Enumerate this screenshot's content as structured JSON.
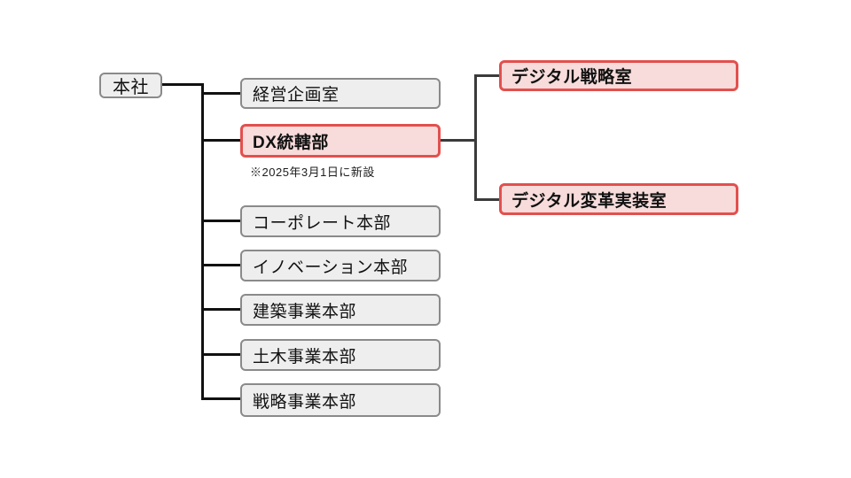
{
  "org": {
    "root": {
      "label": "本社"
    },
    "departments": [
      {
        "label": "経営企画室",
        "highlight": false
      },
      {
        "label": "DX統轄部",
        "highlight": true,
        "note": "※2025年3月1日に新設"
      },
      {
        "label": "コーポレート本部",
        "highlight": false
      },
      {
        "label": "イノベーション本部",
        "highlight": false
      },
      {
        "label": "建築事業本部",
        "highlight": false
      },
      {
        "label": "土木事業本部",
        "highlight": false
      },
      {
        "label": "戦略事業本部",
        "highlight": false
      }
    ],
    "dx_children": [
      {
        "label": "デジタル戦略室",
        "highlight": true
      },
      {
        "label": "デジタル変革実装室",
        "highlight": true
      }
    ],
    "colors": {
      "highlight_border": "#e2504e",
      "highlight_fill": "#f7dcdb",
      "normal_border": "#8a8a8a",
      "normal_fill": "#eeeeee",
      "connector": "#111111"
    }
  }
}
